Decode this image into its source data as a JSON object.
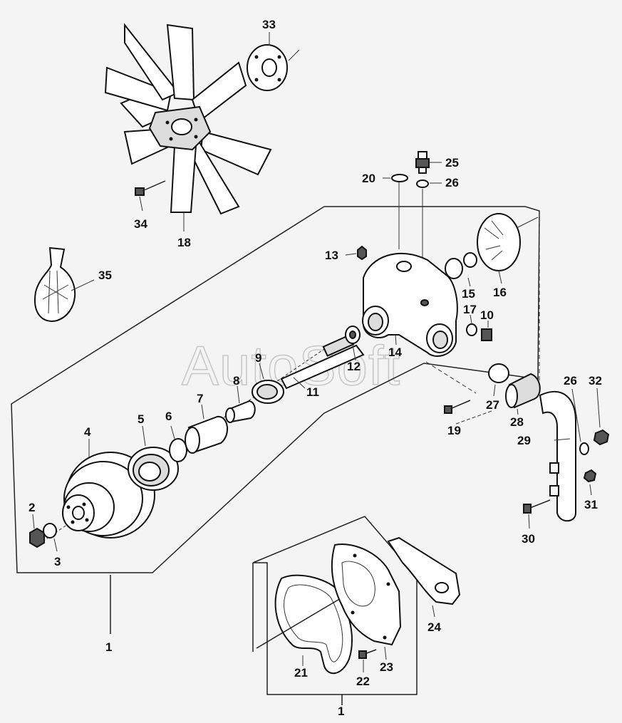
{
  "watermark": "AutoSoft",
  "callouts": {
    "c1": "1",
    "c1b": "1",
    "c2": "2",
    "c3": "3",
    "c4": "4",
    "c5": "5",
    "c6": "6",
    "c7": "7",
    "c8": "8",
    "c9": "9",
    "c10": "10",
    "c11": "11",
    "c12": "12",
    "c13": "13",
    "c14": "14",
    "c15": "15",
    "c16": "16",
    "c17": "17",
    "c18": "18",
    "c19": "19",
    "c20": "20",
    "c21": "21",
    "c22": "22",
    "c23": "23",
    "c24": "24",
    "c25": "25",
    "c26": "26",
    "c26b": "26",
    "c27": "27",
    "c28": "28",
    "c29": "29",
    "c30": "30",
    "c31": "31",
    "c32": "32",
    "c33": "33",
    "c34": "34",
    "c35": "35"
  }
}
